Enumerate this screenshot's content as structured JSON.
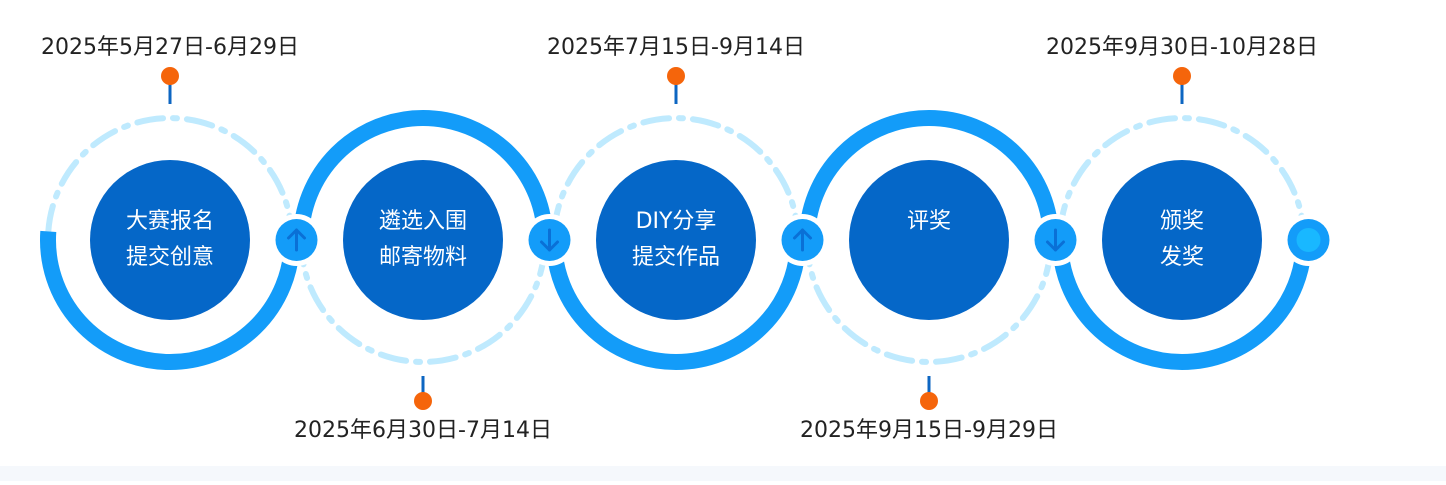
{
  "colors": {
    "node_fill": "#0567c8",
    "ring_solid": "#139cf9",
    "ring_dash": "#bfeafe",
    "pin_head": "#f5650b",
    "pin_stem": "#0d66c2",
    "connector": "#139cf9",
    "date_text": "#222222",
    "node_text": "#ffffff"
  },
  "steps": [
    {
      "line1": "大赛报名",
      "line2": "提交创意",
      "date": "2025年5月27日-6月29日",
      "date_position": "top",
      "ring_style": "top-dashed-bottom-solid",
      "connector_icon": "arrow-up-icon"
    },
    {
      "line1": "遴选入围",
      "line2": "邮寄物料",
      "date": "2025年6月30日-7月14日",
      "date_position": "bottom",
      "ring_style": "top-solid-bottom-dashed",
      "connector_icon": "arrow-down-icon"
    },
    {
      "line1": "DIY分享",
      "line2": "提交作品",
      "date": "2025年7月15日-9月14日",
      "date_position": "top",
      "ring_style": "top-dashed-bottom-solid",
      "connector_icon": "arrow-up-icon"
    },
    {
      "line1": "评奖",
      "line2": "",
      "date": "2025年9月15日-9月29日",
      "date_position": "bottom",
      "ring_style": "top-solid-bottom-dashed",
      "connector_icon": "arrow-down-icon"
    },
    {
      "line1": "颁奖",
      "line2": "发奖",
      "date": "2025年9月30日-10月28日",
      "date_position": "top",
      "ring_style": "top-dashed-bottom-solid",
      "connector_icon": "end-dot-icon"
    }
  ]
}
